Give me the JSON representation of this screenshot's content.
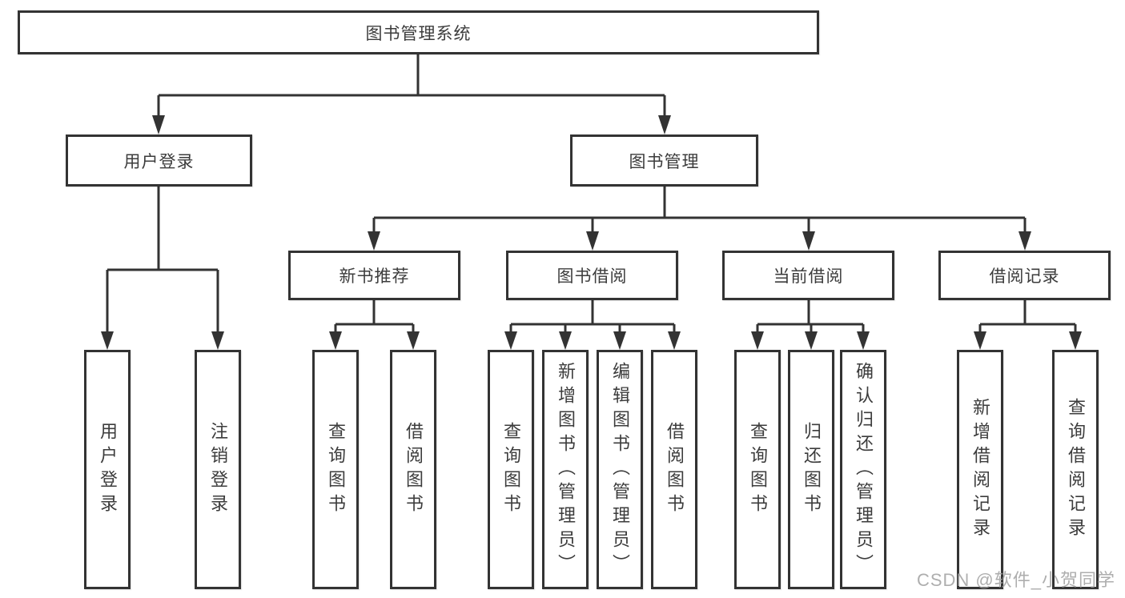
{
  "tree": {
    "root": {
      "label": "图书管理系统"
    },
    "branches": [
      {
        "label": "用户登录",
        "leaves": [
          {
            "label": "用户登录"
          },
          {
            "label": "注销登录"
          }
        ]
      },
      {
        "label": "图书管理",
        "groups": [
          {
            "label": "新书推荐",
            "leaves": [
              {
                "label": "查询图书"
              },
              {
                "label": "借阅图书"
              }
            ]
          },
          {
            "label": "图书借阅",
            "leaves": [
              {
                "label": "查询图书"
              },
              {
                "label": "新增图书（管理员）"
              },
              {
                "label": "编辑图书（管理员）"
              },
              {
                "label": "借阅图书"
              }
            ]
          },
          {
            "label": "当前借阅",
            "leaves": [
              {
                "label": "查询图书"
              },
              {
                "label": "归还图书"
              },
              {
                "label": "确认归还（管理员）"
              }
            ]
          },
          {
            "label": "借阅记录",
            "leaves": [
              {
                "label": "新增借阅记录"
              },
              {
                "label": "查询借阅记录"
              }
            ]
          }
        ]
      }
    ]
  },
  "watermark": {
    "text": "CSDN @软件_小贺同学"
  },
  "colors": {
    "line": "#333333",
    "box_border": "#333333",
    "text": "#3c3c3c",
    "watermark": "#a0a0a0",
    "background": "#ffffff"
  }
}
